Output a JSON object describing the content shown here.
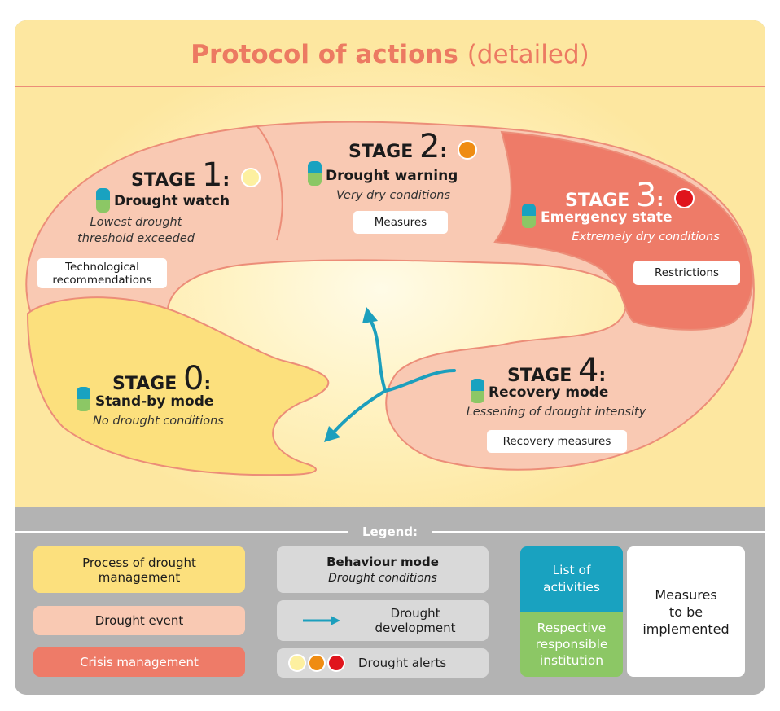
{
  "title": {
    "main": "Protocol of actions",
    "sub": "(detailed)"
  },
  "stages": {
    "s0": {
      "word": "STAGE",
      "num": "0",
      "mode": "Stand-by mode",
      "cond": "No drought conditions"
    },
    "s1": {
      "word": "STAGE",
      "num": "1",
      "mode": "Drought watch",
      "cond1": "Lowest drought",
      "cond2": "threshold exceeded",
      "box1": "Technological",
      "box2": "recommendations"
    },
    "s2": {
      "word": "STAGE",
      "num": "2",
      "mode": "Drought warning",
      "cond": "Very dry conditions",
      "box": "Measures"
    },
    "s3": {
      "word": "STAGE",
      "num": "3",
      "mode": "Emergency state",
      "cond": "Extremely dry conditions",
      "box": "Restrictions"
    },
    "s4": {
      "word": "STAGE",
      "num": "4",
      "mode": "Recovery mode",
      "cond": "Lessening of drought intensity",
      "box": "Recovery measures"
    }
  },
  "legend": {
    "title": "Legend:",
    "process1": "Process of drought",
    "process2": "management",
    "event": "Drought event",
    "crisis": "Crisis management",
    "behaviour_title": "Behaviour mode",
    "behaviour_sub": "Drought conditions",
    "development1": "Drought",
    "development2": "development",
    "alerts": "Drought alerts",
    "list1": "List of",
    "list2": "activities",
    "inst1": "Respective",
    "inst2": "responsible",
    "inst3": "institution",
    "meas1": "Measures",
    "meas2": "to be",
    "meas3": "implemented"
  },
  "colors": {
    "process": "#fce07d",
    "event": "#f9c9b3",
    "crisis": "#ee7b68",
    "alert_yellow": "#fdf0a0",
    "alert_orange": "#ef8c12",
    "alert_red": "#e0141c",
    "activities": "#19a2c0",
    "institution": "#8cc765",
    "arrow": "#1c9fbd"
  },
  "icons": [
    "flow-arrow-icon",
    "activity-institution-indicator-icon",
    "alert-dot-icon"
  ]
}
